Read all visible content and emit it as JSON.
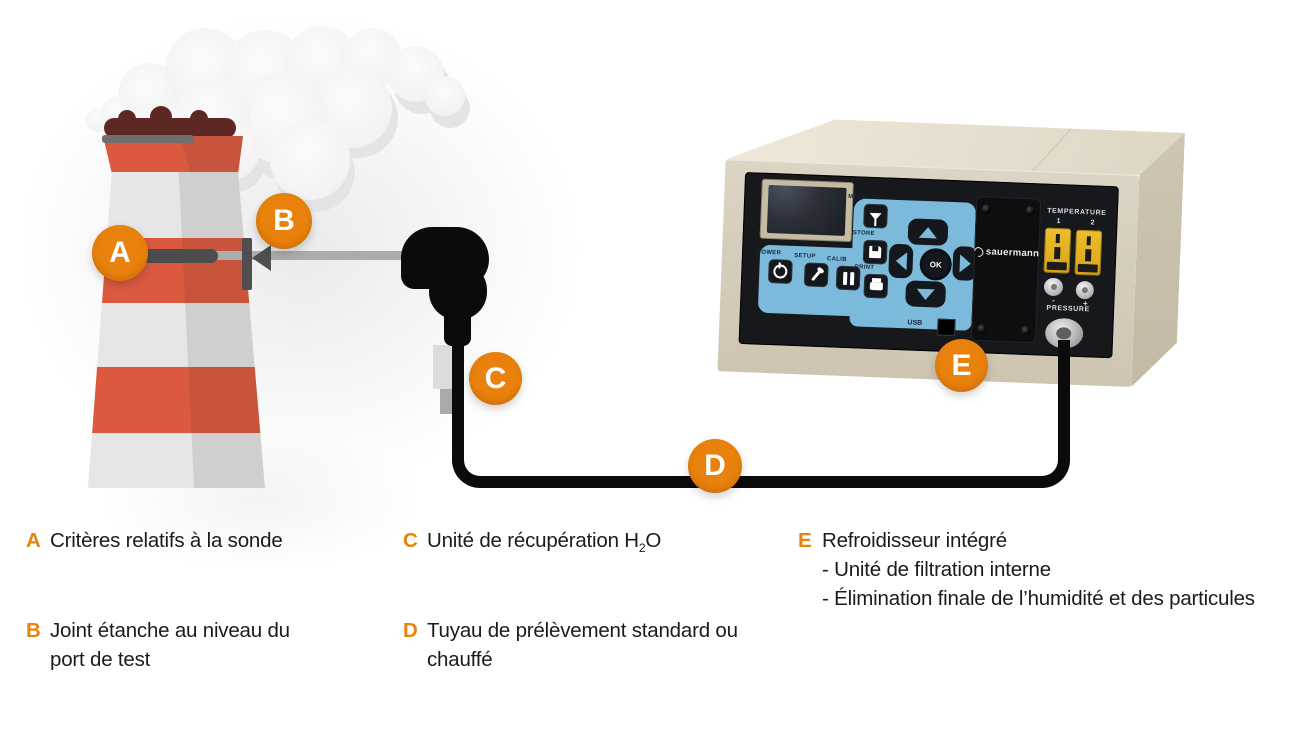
{
  "legend": {
    "a": {
      "letter": "A",
      "text": "Critères relatifs à la sonde"
    },
    "b": {
      "letter": "B",
      "text": "Joint étanche au niveau du port de test"
    },
    "c": {
      "letter": "C",
      "pre": "Unité de récupération H",
      "sub": "2",
      "post": "O"
    },
    "d": {
      "letter": "D",
      "text": "Tuyau de prélèvement standard ou chauffé"
    },
    "e": {
      "letter": "E",
      "line1": "Refroidisseur intégré",
      "line2": "- Unité de filtration interne",
      "line3": "- Élimination finale de l’humidité et des particules"
    }
  },
  "device": {
    "brand": "sauermann",
    "temperature_label": "TEMPERATURE",
    "channel_1": "1",
    "channel_2": "2",
    "minus": "-",
    "plus": "+",
    "pressure_label": "PRESSURE",
    "usb_label": "USB",
    "ok_label": "OK",
    "keypad": {
      "power": "POWER",
      "setup": "SETUP",
      "calib": "CALIB",
      "print": "PRINT",
      "measure": "MEASURE",
      "store": "STORE"
    }
  },
  "colors": {
    "accent_orange": "#E8820C",
    "chimney_red": "#DB5A3F",
    "chimney_gray": "#E6E6E6",
    "tube_black": "#0B0B0B",
    "keypad_blue": "#7CBADC",
    "connector_yellow": "#E3B01F",
    "box_beige": "#D7CEBC",
    "text_dark": "#1B1B1B"
  }
}
